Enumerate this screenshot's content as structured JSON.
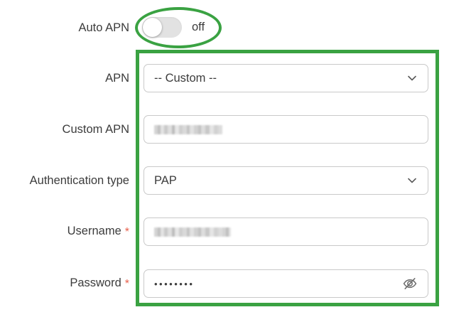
{
  "form": {
    "rows": [
      {
        "label": "Auto APN",
        "type": "toggle",
        "state_label": "off",
        "enabled": false
      },
      {
        "label": "APN",
        "type": "select",
        "value": "-- Custom --",
        "required": false,
        "icon": "chevron-down-icon"
      },
      {
        "label": "Custom APN",
        "type": "text",
        "value": "",
        "redacted": true,
        "required": false
      },
      {
        "label": "Authentication type",
        "type": "select",
        "value": "PAP",
        "required": false,
        "icon": "chevron-down-icon"
      },
      {
        "label": "Username",
        "type": "text",
        "value": "",
        "redacted": true,
        "required": true,
        "required_mark": "*"
      },
      {
        "label": "Password",
        "type": "password",
        "value": "••••••••",
        "required": true,
        "required_mark": "*",
        "icon": "eye-off-icon"
      }
    ]
  },
  "annotations": {
    "color": "#3aa242",
    "ellipse_target": "auto-apn-toggle",
    "rect_target": "apn-settings-fields"
  },
  "colors": {
    "text": "#3c3c3c",
    "required": "#e8604c",
    "border": "#c9c9c9",
    "toggle_track_off": "#e2e2e2",
    "toggle_knob": "#ffffff",
    "annotation_green": "#3aa242"
  }
}
